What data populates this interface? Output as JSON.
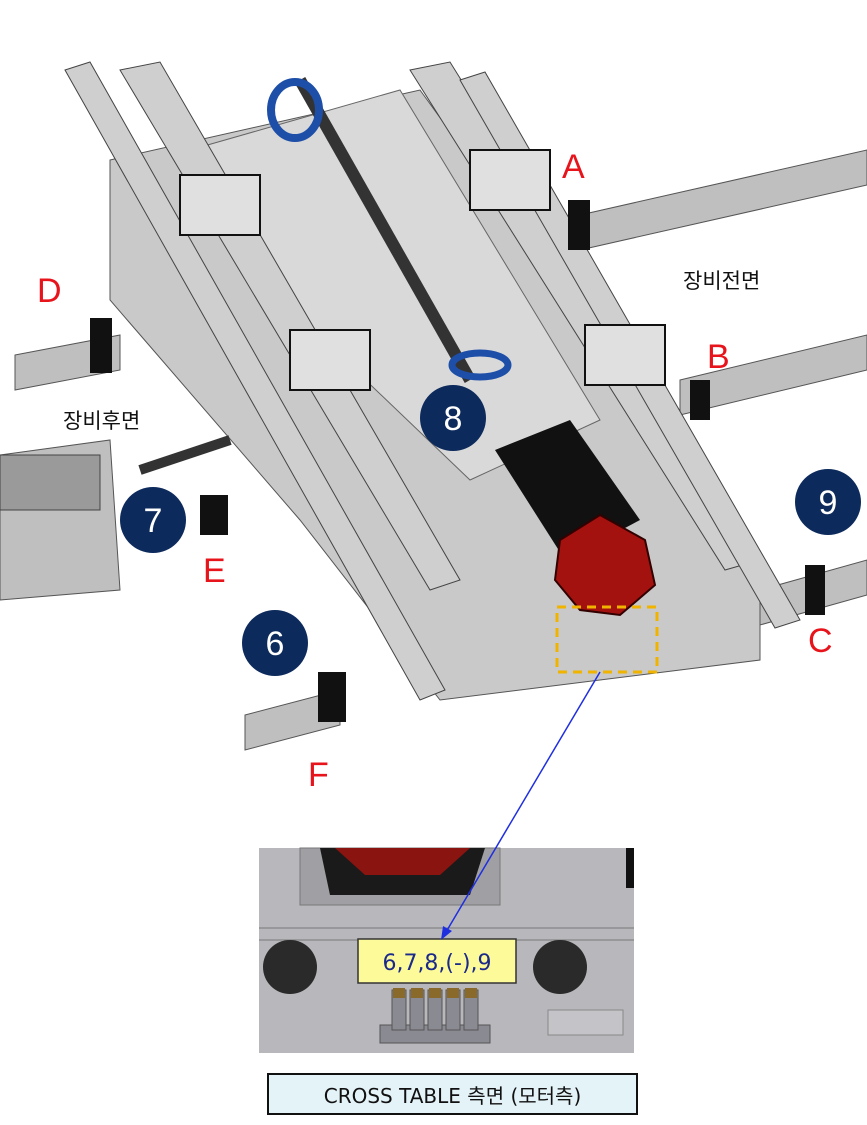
{
  "labels": {
    "a": "A",
    "b": "B",
    "c": "C",
    "d": "D",
    "e": "E",
    "f": "F",
    "front": "장비전면",
    "rear": "장비후면"
  },
  "markers": [
    "8",
    "7",
    "6",
    "9"
  ],
  "inset": {
    "callout": "6,7,8,(-),9"
  },
  "caption": "CROSS TABLE 측면 (모터측)",
  "colors": {
    "label_red": "#e8141c",
    "marker_navy": "#0d2a5c",
    "callout_yellow": "#fdfa9a",
    "arrow_blue": "#1f2fe0",
    "motor_red": "#a3120f"
  }
}
